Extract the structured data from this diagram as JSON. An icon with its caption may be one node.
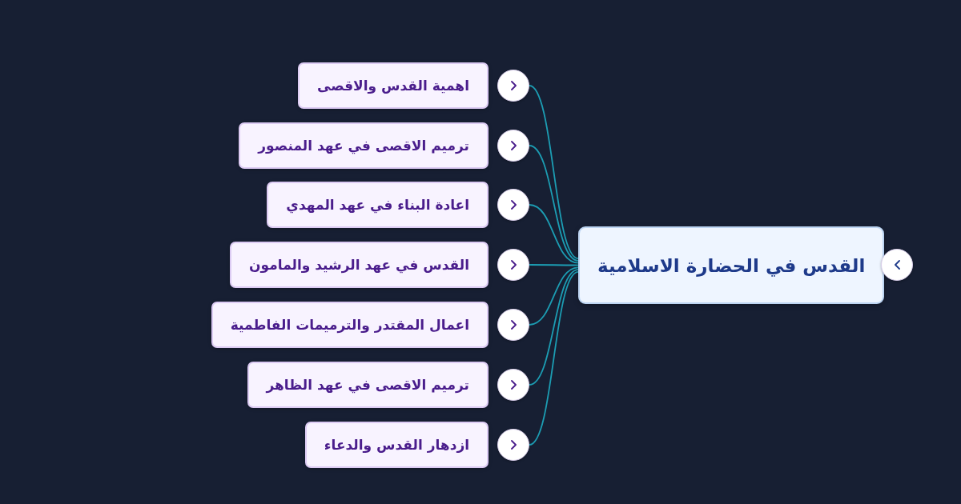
{
  "diagram": {
    "nodes": [
      {
        "text": [
          "القدس في الحضارة الاسلامية"
        ]
      },
      {
        "text": [
          "اهمية القدس والاقصى"
        ]
      },
      {
        "text": [
          "ترميم الاقصى في عهد المنصور"
        ]
      },
      {
        "text": [
          "اعادة البناء في عهد المهدي"
        ]
      },
      {
        "text": [
          "القدس في عهد الرشيد والمامون"
        ]
      },
      {
        "text": [
          "اعمال المقتدر والترميمات الفاطمية"
        ]
      },
      {
        "text": [
          "ترميم الاقصى في عهد الظاهر"
        ]
      },
      {
        "text": [
          "ازدهار القدس والدعاء"
        ]
      }
    ],
    "edges": [
      {
        "from": 0,
        "to": 1,
        "arrow": "none"
      },
      {
        "from": 0,
        "to": 2,
        "arrow": "none"
      },
      {
        "from": 0,
        "to": 3,
        "arrow": "none"
      },
      {
        "from": 0,
        "to": 4,
        "arrow": "none"
      },
      {
        "from": 0,
        "to": 5,
        "arrow": "none"
      },
      {
        "from": 0,
        "to": 6,
        "arrow": "none"
      },
      {
        "from": 0,
        "to": 7,
        "arrow": "none"
      }
    ]
  }
}
